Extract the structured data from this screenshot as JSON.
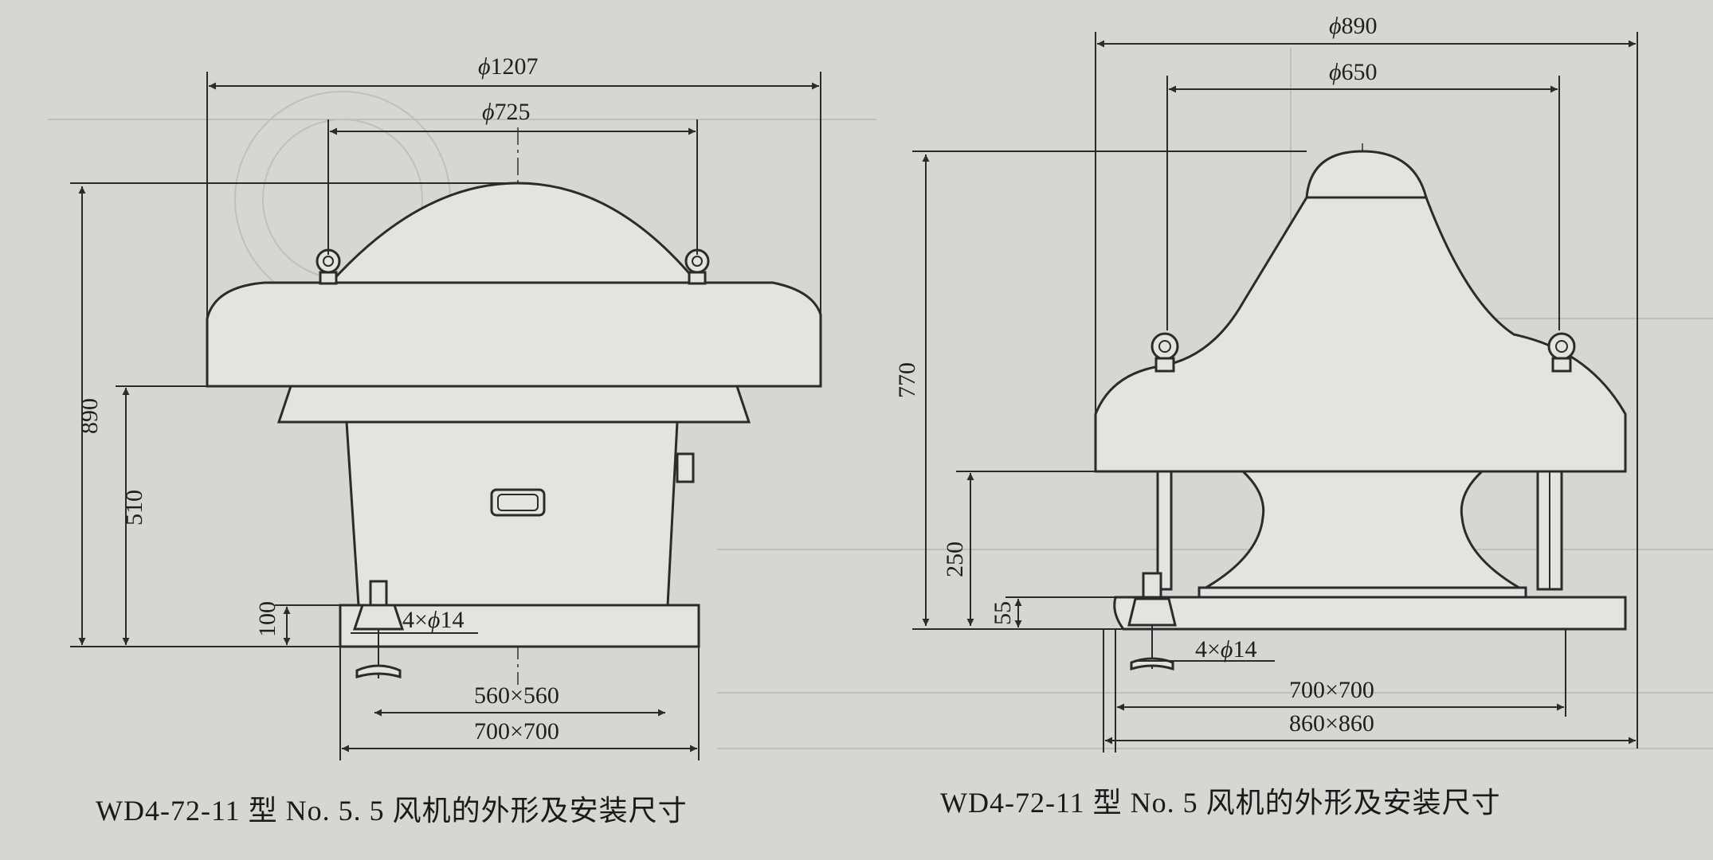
{
  "left_drawing": {
    "dims": {
      "outer_diameter": "1207",
      "inner_diameter": "725",
      "total_height": "890",
      "base_to_hood": "510",
      "base_height": "100",
      "bolt_holes": "4×",
      "bolt_hole_dia": "14",
      "inner_base": "560×560",
      "outer_base": "700×700"
    },
    "caption": "WD4-72-11 型 No. 5. 5 风机的外形及安装尺寸"
  },
  "right_drawing": {
    "dims": {
      "outer_diameter": "890",
      "inner_diameter": "650",
      "total_height": "770",
      "motor_height": "250",
      "base_height": "55",
      "bolt_holes": "4×",
      "bolt_hole_dia": "14",
      "inner_base": "700×700",
      "outer_base": "860×860"
    },
    "caption": "WD4-72-11 型 No. 5 风机的外形及安装尺寸"
  },
  "symbols": {
    "phi": "ϕ"
  },
  "colors": {
    "paper": "#d6d7d2",
    "ink": "#2b2b2b",
    "part_fill": "#e3e4df"
  }
}
